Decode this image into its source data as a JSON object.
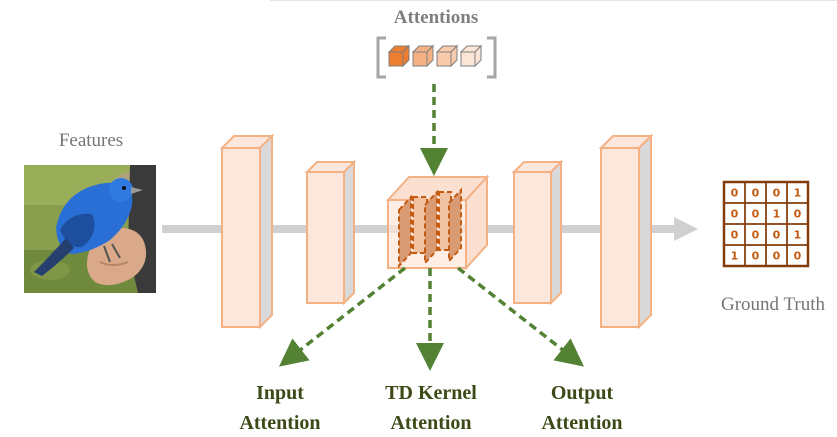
{
  "labels": {
    "attentions": "Attentions",
    "features": "Features",
    "ground_truth": "Ground Truth",
    "input_attention": [
      "Input",
      "Attention"
    ],
    "td_kernel_attention": [
      "TD Kernel",
      "Attention"
    ],
    "output_attention": [
      "Output",
      "Attention"
    ]
  },
  "ground_truth_matrix": [
    [
      "0",
      "0",
      "0",
      "1"
    ],
    [
      "0",
      "0",
      "1",
      "0"
    ],
    [
      "0",
      "0",
      "0",
      "1"
    ],
    [
      "1",
      "0",
      "0",
      "0"
    ]
  ],
  "colors": {
    "block_fill": "#fde7dc",
    "block_edge": "#f4b183",
    "block_side": "#d9d9d9",
    "arrow_gray": "#d0d0d0",
    "attention_green": "#548235",
    "label_green": "#3b4a16",
    "matrix_orange": "#c55a11",
    "bracket_gray": "#a6a6a6",
    "attentions_text": "#7f7f7f",
    "features_text": "#757575",
    "cube_shades": [
      "#ed7d31",
      "#f4b183",
      "#f8cbad",
      "#fbe5d6"
    ]
  },
  "icons": {
    "features_image": "bird-photo-icon"
  }
}
